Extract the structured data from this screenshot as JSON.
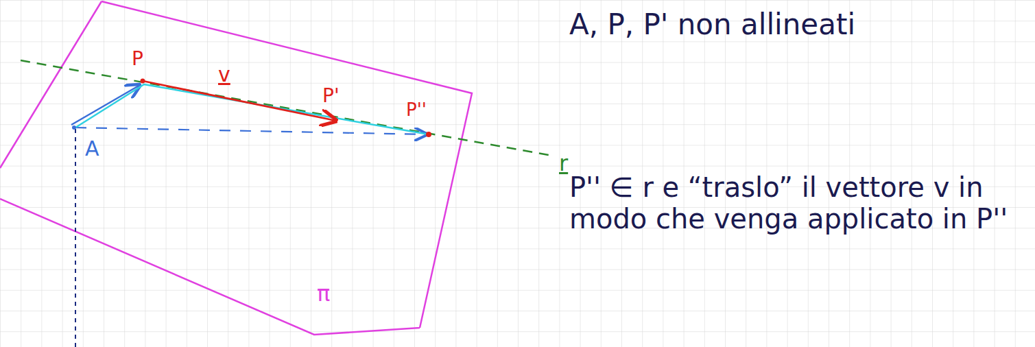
{
  "diagram": {
    "labels": [
      "A, P, P' non allineati",
      "P",
      "v",
      "P'",
      "P''",
      "r",
      "A",
      "π",
      "P'' ∈ r e “traslo” il vettore v in modo che venga applicato in P''"
    ]
  }
}
